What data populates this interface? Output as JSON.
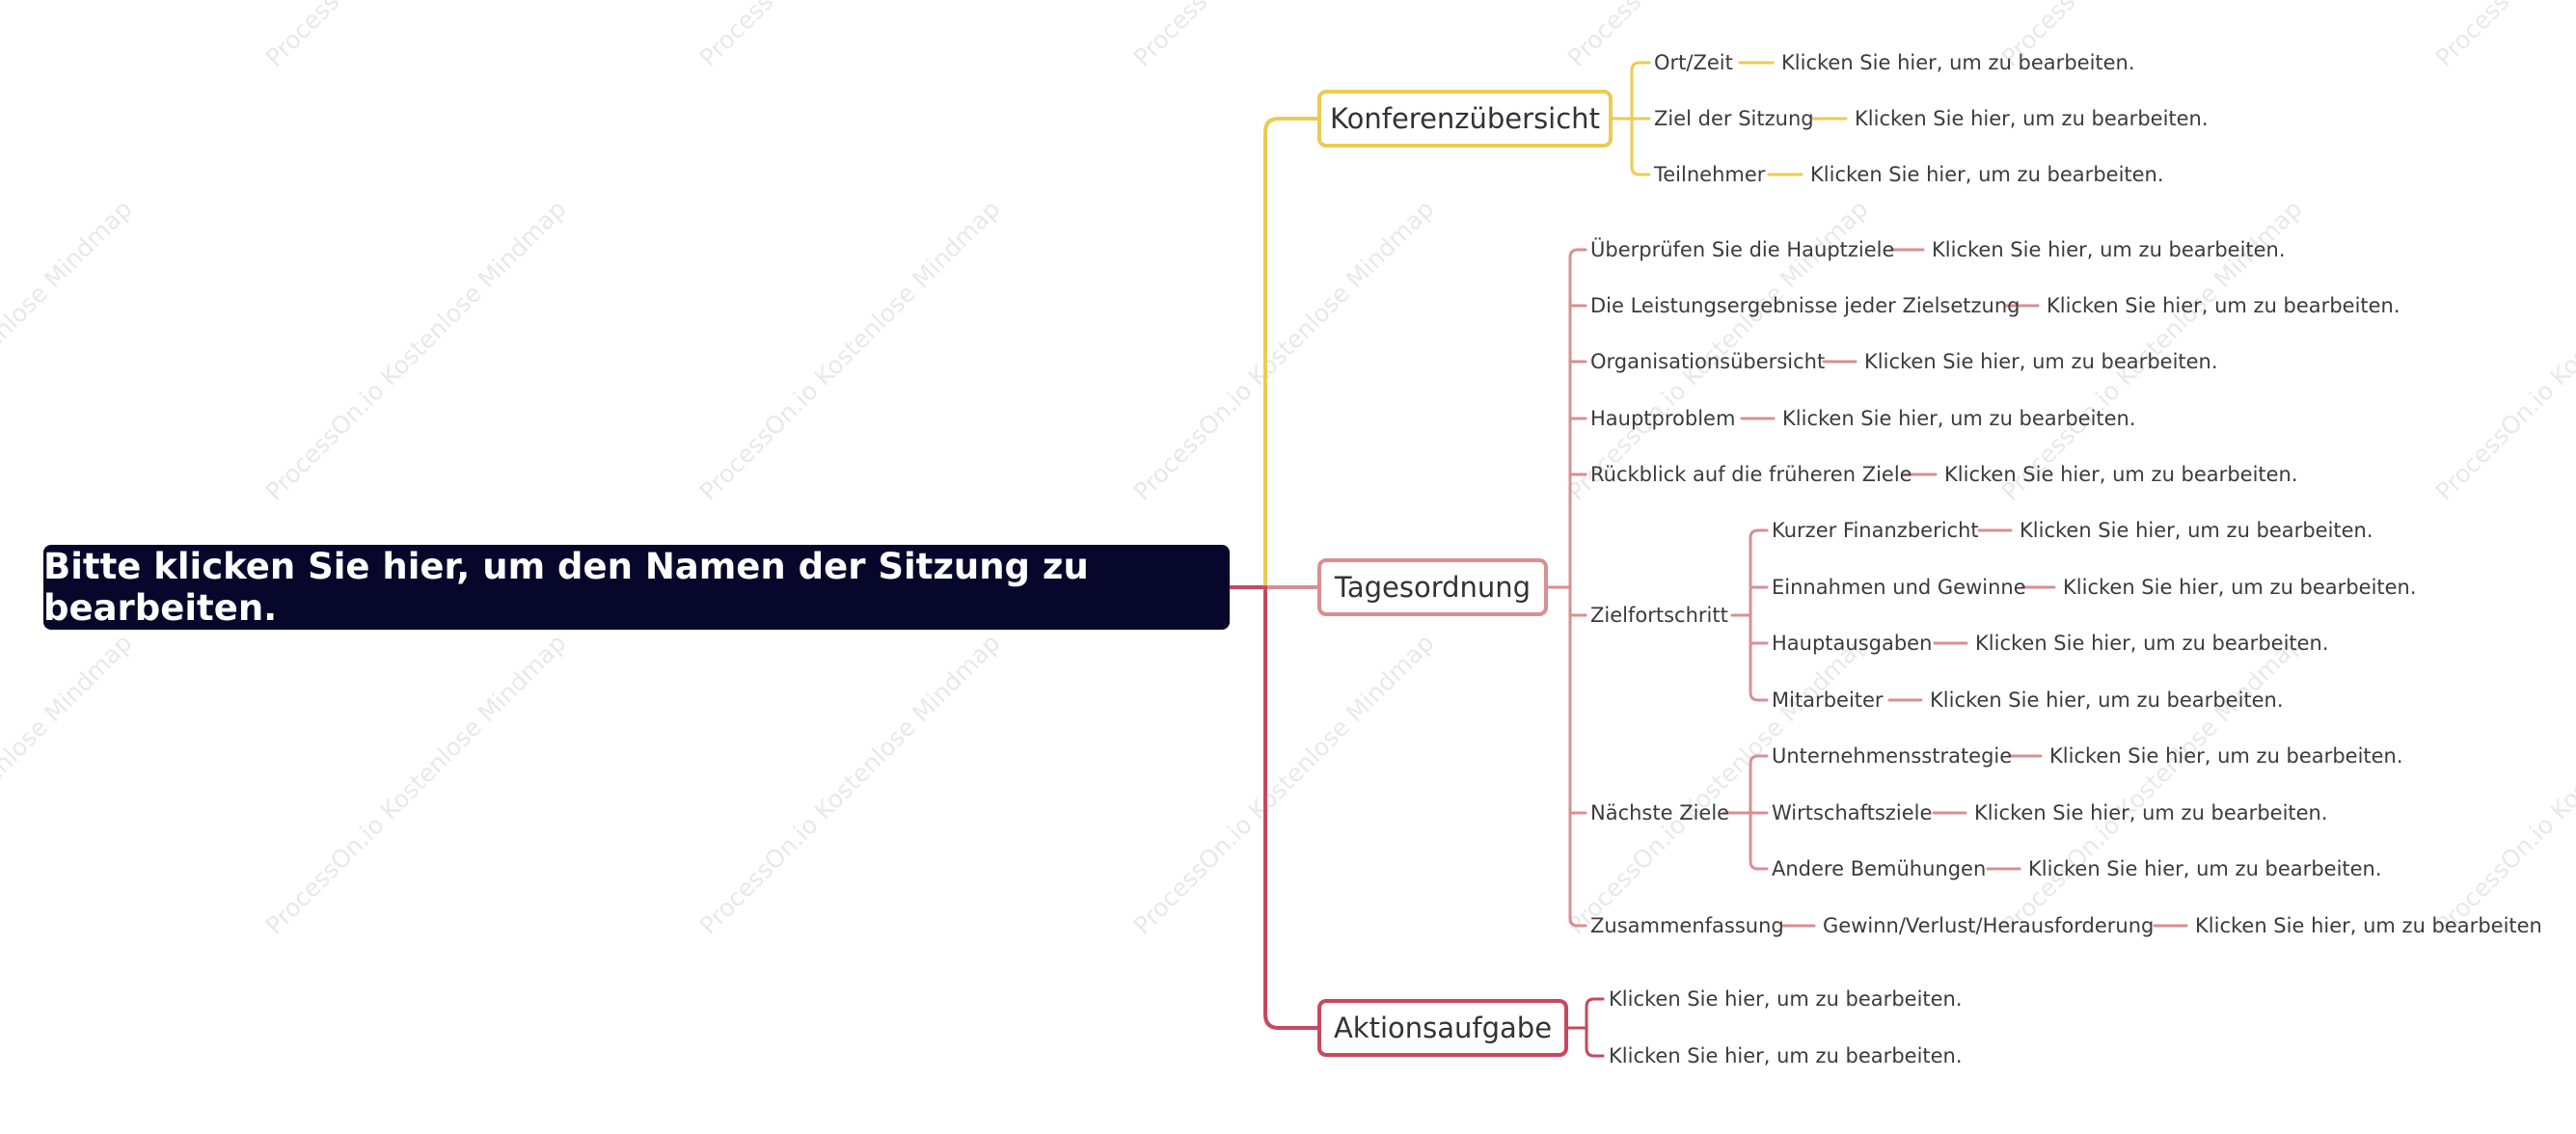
{
  "root": {
    "label": "Bitte klicken Sie hier, um den Namen der Sitzung zu bearbeiten."
  },
  "colors": {
    "yellow": "#eccb52",
    "pink": "#d88f92",
    "red": "#c8485e",
    "root_bg": "#06072a"
  },
  "watermark": "ProcessOn.io Kostenlose Mindmap",
  "branches": {
    "konferenz": {
      "label": "Konferenzübersicht",
      "items": [
        {
          "label": "Ort/Zeit",
          "value": "Klicken Sie hier, um zu bearbeiten."
        },
        {
          "label": "Ziel der Sitzung",
          "value": "Klicken Sie hier, um zu bearbeiten."
        },
        {
          "label": "Teilnehmer",
          "value": "Klicken Sie hier, um zu bearbeiten."
        }
      ]
    },
    "tages": {
      "label": "Tagesordnung",
      "items": [
        {
          "label": "Überprüfen Sie die Hauptziele",
          "value": "Klicken Sie hier, um zu bearbeiten."
        },
        {
          "label": "Die Leistungsergebnisse jeder Zielsetzung",
          "value": "Klicken Sie hier, um zu bearbeiten."
        },
        {
          "label": "Organisationsübersicht",
          "value": "Klicken Sie hier, um zu bearbeiten."
        },
        {
          "label": "Hauptproblem",
          "value": "Klicken Sie hier, um zu bearbeiten."
        },
        {
          "label": "Rückblick auf die früheren Ziele",
          "value": "Klicken Sie hier, um zu bearbeiten."
        },
        {
          "label": "Zielfortschritt",
          "children": [
            {
              "label": "Kurzer Finanzbericht",
              "value": "Klicken Sie hier, um zu bearbeiten."
            },
            {
              "label": "Einnahmen und Gewinne",
              "value": "Klicken Sie hier, um zu bearbeiten."
            },
            {
              "label": "Hauptausgaben",
              "value": "Klicken Sie hier, um zu bearbeiten."
            },
            {
              "label": "Mitarbeiter",
              "value": "Klicken Sie hier, um zu bearbeiten."
            }
          ]
        },
        {
          "label": "Nächste Ziele",
          "children": [
            {
              "label": "Unternehmensstrategie",
              "value": "Klicken Sie hier, um zu bearbeiten."
            },
            {
              "label": "Wirtschaftsziele",
              "value": "Klicken Sie hier, um zu bearbeiten."
            },
            {
              "label": "Andere Bemühungen",
              "value": "Klicken Sie hier, um zu bearbeiten."
            }
          ]
        },
        {
          "label": "Zusammenfassung",
          "value": "Gewinn/Verlust/Herausforderung",
          "value2": "Klicken Sie hier, um zu bearbeiten"
        }
      ]
    },
    "aktion": {
      "label": "Aktionsaufgabe",
      "items": [
        {
          "label": "Klicken Sie hier, um zu bearbeiten."
        },
        {
          "label": "Klicken Sie hier, um zu bearbeiten."
        }
      ]
    }
  }
}
